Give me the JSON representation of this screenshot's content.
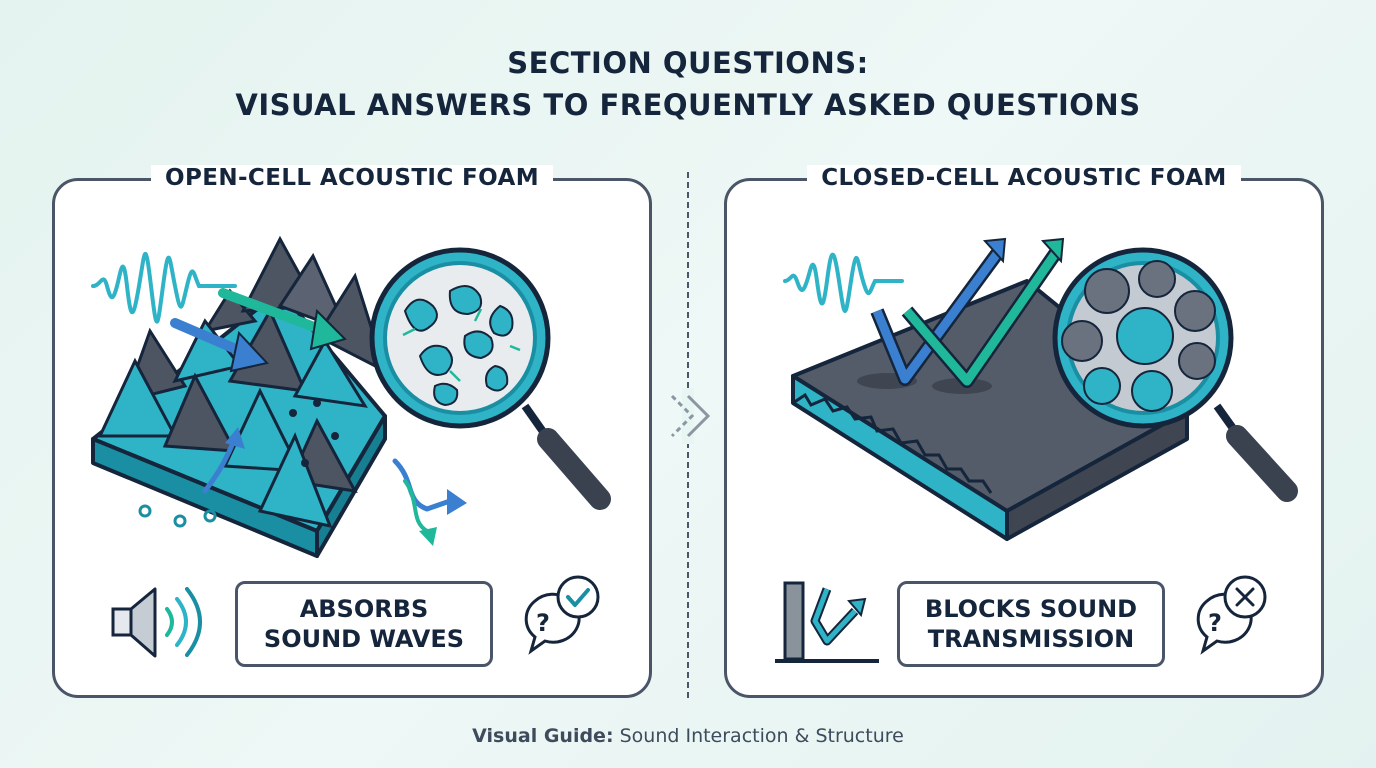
{
  "title": {
    "line1": "SECTION QUESTIONS:",
    "line2": "VISUAL ANSWERS TO FREQUENTLY ASKED QUESTIONS"
  },
  "left_panel": {
    "heading": "OPEN-CELL ACOUSTIC FOAM",
    "label_line1": "ABSORBS",
    "label_line2": "SOUND WAVES",
    "illustration": "pyramid-foam-with-magnified-open-cells",
    "status_icon": "question-check-icon"
  },
  "right_panel": {
    "heading": "CLOSED-CELL ACOUSTIC FOAM",
    "label_line1": "BLOCKS SOUND",
    "label_line2": "TRANSMISSION",
    "illustration": "flat-foam-with-magnified-closed-cells",
    "status_icon": "question-cross-icon"
  },
  "footer": {
    "bold": "Visual Guide:",
    "text": "Sound Interaction & Structure"
  },
  "colors": {
    "teal": "#2fb3c6",
    "dark_teal": "#1a8fa3",
    "green": "#1fb89a",
    "blue": "#3a7fd0",
    "slate": "#4a5668",
    "foam_dark": "#4d5563",
    "navy": "#15253b"
  }
}
